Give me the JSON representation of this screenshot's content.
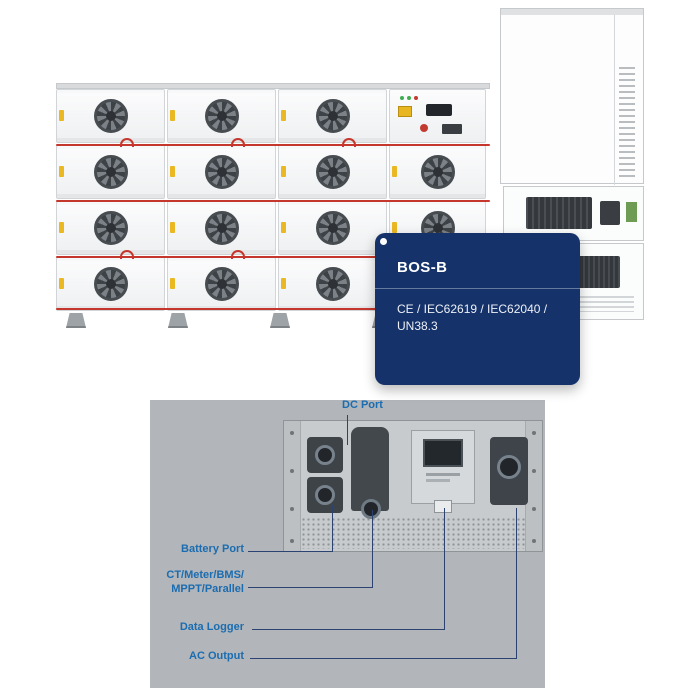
{
  "card": {
    "title": "BOS-B",
    "cert_line1": "CE / IEC62619 / IEC62040 /",
    "cert_line2": "UN38.3"
  },
  "callouts": {
    "dc_port": "DC Port",
    "battery_port": "Battery Port",
    "ct_line1": "CT/Meter/BMS/",
    "ct_line2": "MPPT/Parallel",
    "data_logger": "Data Logger",
    "ac_output": "AC Output"
  },
  "colors": {
    "label_blue": "#1b6cb0",
    "card_navy": "#15336a",
    "cable_red": "#c5372c",
    "panel_gray": "#b2b6ba",
    "module_white": "#f4f5f6"
  }
}
